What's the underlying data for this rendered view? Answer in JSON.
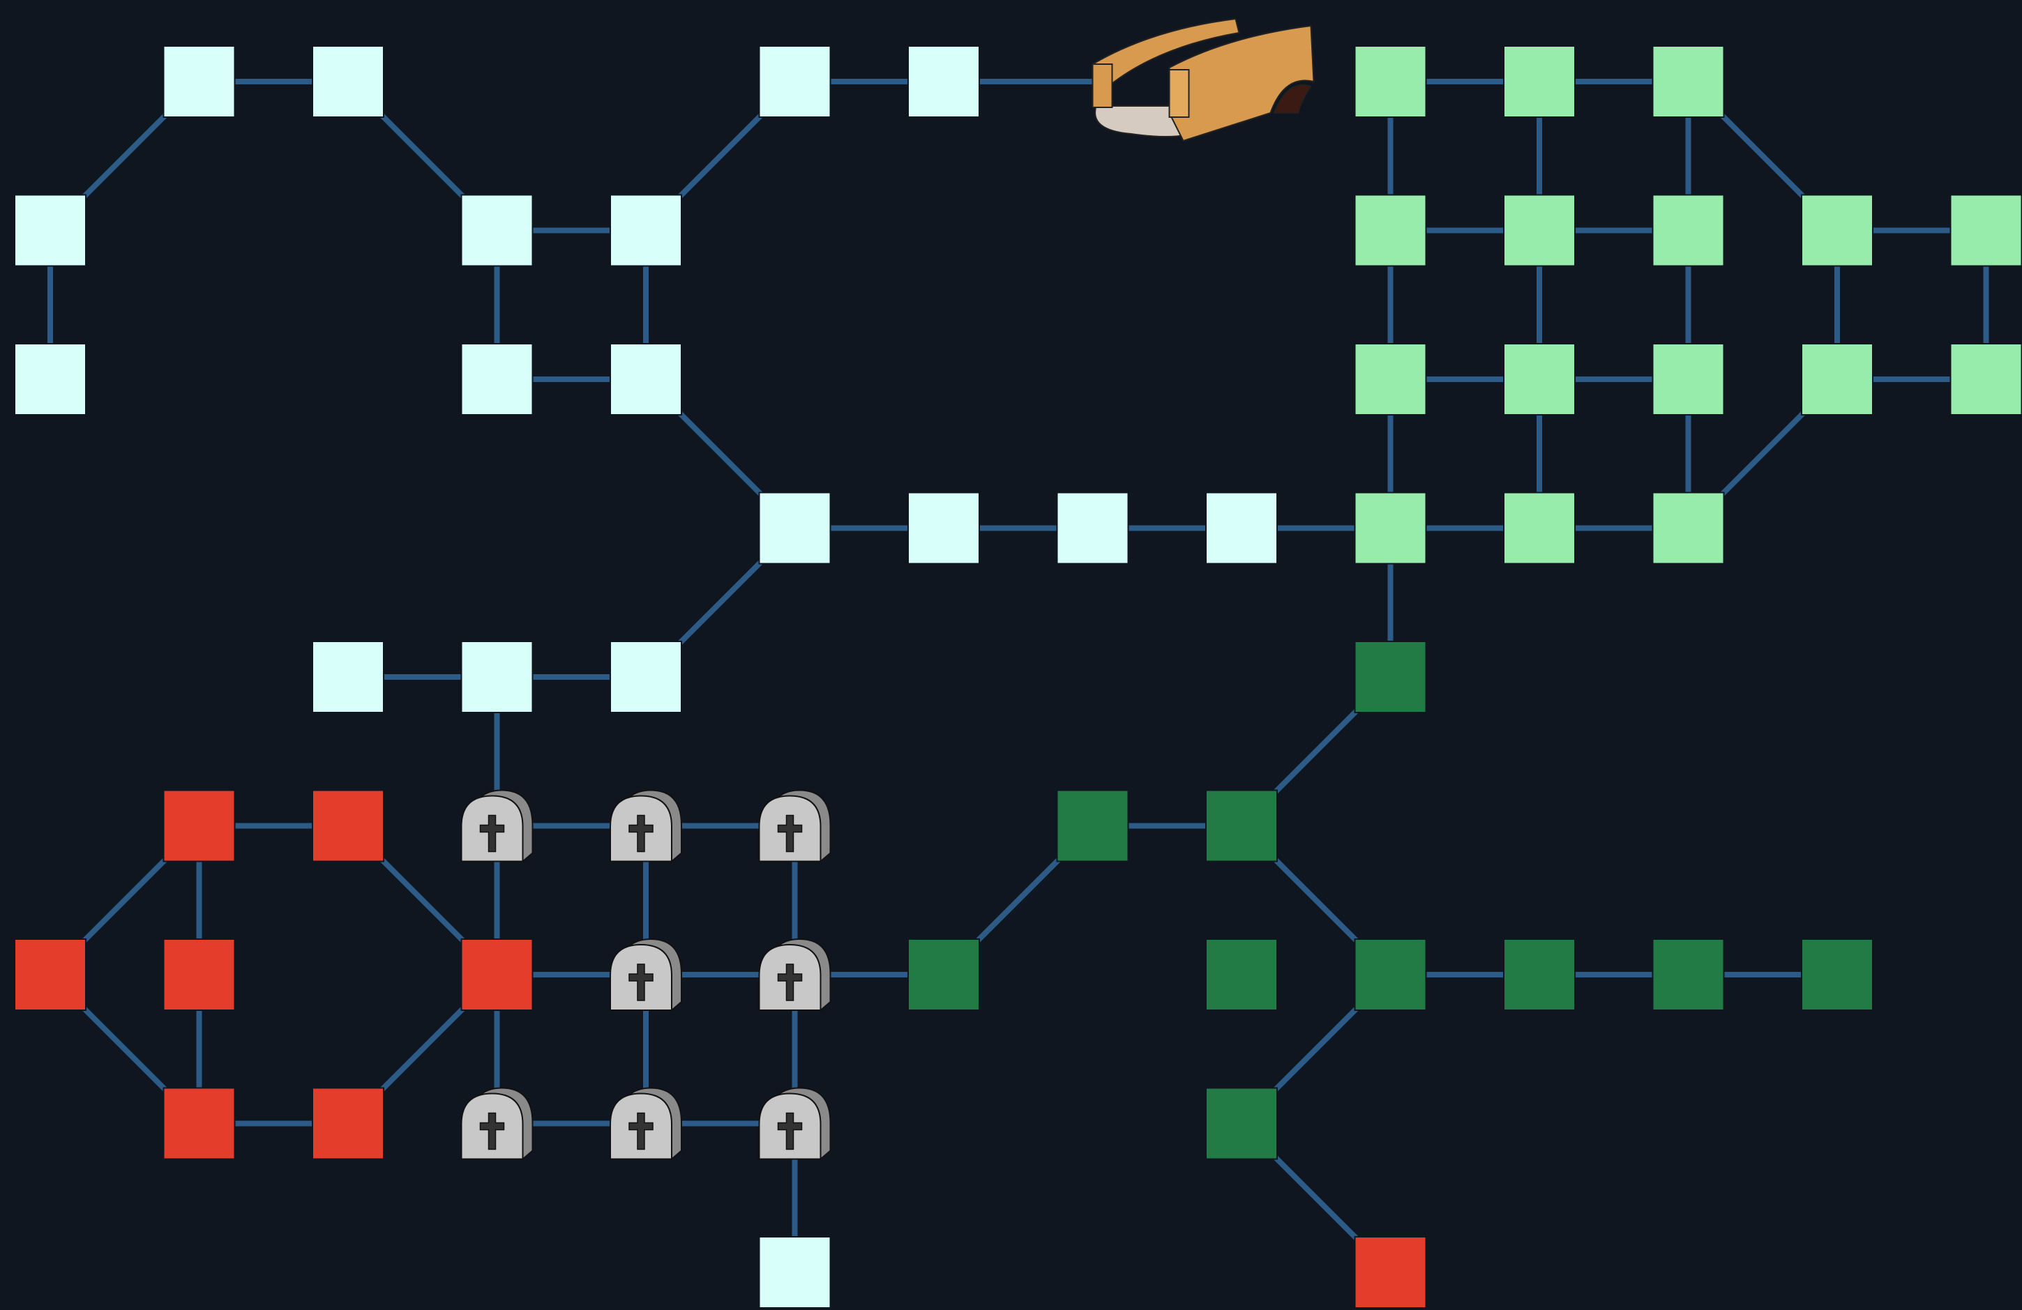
{
  "colors": {
    "background": "#0f1620",
    "edge": "#2d5b87",
    "light": "#d9fffb",
    "green": "#98ecab",
    "dark": "#227b45",
    "red": "#e43d2b",
    "tombstone": "#c8c8c8"
  },
  "nodes": [
    {
      "id": "n1",
      "col": 1,
      "row": 0,
      "kind": "light"
    },
    {
      "id": "n2",
      "col": 2,
      "row": 0,
      "kind": "light"
    },
    {
      "id": "n3",
      "col": 5,
      "row": 0,
      "kind": "light"
    },
    {
      "id": "n4",
      "col": 6,
      "row": 0,
      "kind": "light"
    },
    {
      "id": "n5",
      "col": 7,
      "row": 0,
      "kind": "bridge"
    },
    {
      "id": "n6",
      "col": 9,
      "row": 0,
      "kind": "green"
    },
    {
      "id": "n7",
      "col": 10,
      "row": 0,
      "kind": "green"
    },
    {
      "id": "n8",
      "col": 11,
      "row": 0,
      "kind": "green"
    },
    {
      "id": "n9",
      "col": 0,
      "row": 1,
      "kind": "light"
    },
    {
      "id": "n10",
      "col": 3,
      "row": 1,
      "kind": "light"
    },
    {
      "id": "n11",
      "col": 4,
      "row": 1,
      "kind": "light"
    },
    {
      "id": "n12",
      "col": 9,
      "row": 1,
      "kind": "green"
    },
    {
      "id": "n13",
      "col": 10,
      "row": 1,
      "kind": "green"
    },
    {
      "id": "n14",
      "col": 11,
      "row": 1,
      "kind": "green"
    },
    {
      "id": "n15",
      "col": 12,
      "row": 1,
      "kind": "green"
    },
    {
      "id": "n16",
      "col": 13,
      "row": 1,
      "kind": "green"
    },
    {
      "id": "n17",
      "col": 0,
      "row": 2,
      "kind": "light"
    },
    {
      "id": "n18",
      "col": 3,
      "row": 2,
      "kind": "light"
    },
    {
      "id": "n19",
      "col": 4,
      "row": 2,
      "kind": "light"
    },
    {
      "id": "n20",
      "col": 9,
      "row": 2,
      "kind": "green"
    },
    {
      "id": "n21",
      "col": 10,
      "row": 2,
      "kind": "green"
    },
    {
      "id": "n22",
      "col": 11,
      "row": 2,
      "kind": "green"
    },
    {
      "id": "n23",
      "col": 12,
      "row": 2,
      "kind": "green"
    },
    {
      "id": "n24",
      "col": 13,
      "row": 2,
      "kind": "green"
    },
    {
      "id": "n25",
      "col": 5,
      "row": 3,
      "kind": "light"
    },
    {
      "id": "n26",
      "col": 6,
      "row": 3,
      "kind": "light"
    },
    {
      "id": "n27",
      "col": 7,
      "row": 3,
      "kind": "light"
    },
    {
      "id": "n28",
      "col": 8,
      "row": 3,
      "kind": "light"
    },
    {
      "id": "n29",
      "col": 9,
      "row": 3,
      "kind": "green"
    },
    {
      "id": "n30",
      "col": 10,
      "row": 3,
      "kind": "green"
    },
    {
      "id": "n31",
      "col": 11,
      "row": 3,
      "kind": "green"
    },
    {
      "id": "n32",
      "col": 2,
      "row": 4,
      "kind": "light"
    },
    {
      "id": "n33",
      "col": 3,
      "row": 4,
      "kind": "light"
    },
    {
      "id": "n34",
      "col": 4,
      "row": 4,
      "kind": "light"
    },
    {
      "id": "n35",
      "col": 9,
      "row": 4,
      "kind": "dark"
    },
    {
      "id": "n36",
      "col": 1,
      "row": 5,
      "kind": "red"
    },
    {
      "id": "n37",
      "col": 2,
      "row": 5,
      "kind": "red"
    },
    {
      "id": "n38",
      "col": 3,
      "row": 5,
      "kind": "grave"
    },
    {
      "id": "n39",
      "col": 4,
      "row": 5,
      "kind": "grave"
    },
    {
      "id": "n40",
      "col": 5,
      "row": 5,
      "kind": "grave"
    },
    {
      "id": "n41",
      "col": 7,
      "row": 5,
      "kind": "dark"
    },
    {
      "id": "n42",
      "col": 8,
      "row": 5,
      "kind": "dark"
    },
    {
      "id": "n43",
      "col": 0,
      "row": 6,
      "kind": "red"
    },
    {
      "id": "n44",
      "col": 1,
      "row": 6,
      "kind": "red"
    },
    {
      "id": "n45",
      "col": 3,
      "row": 6,
      "kind": "red"
    },
    {
      "id": "n46",
      "col": 4,
      "row": 6,
      "kind": "grave"
    },
    {
      "id": "n47",
      "col": 5,
      "row": 6,
      "kind": "grave"
    },
    {
      "id": "n48",
      "col": 6,
      "row": 6,
      "kind": "dark"
    },
    {
      "id": "n49",
      "col": 8,
      "row": 6,
      "kind": "dark"
    },
    {
      "id": "n50",
      "col": 9,
      "row": 6,
      "kind": "dark"
    },
    {
      "id": "n51",
      "col": 10,
      "row": 6,
      "kind": "dark"
    },
    {
      "id": "n52",
      "col": 11,
      "row": 6,
      "kind": "dark"
    },
    {
      "id": "n53",
      "col": 12,
      "row": 6,
      "kind": "dark"
    },
    {
      "id": "n54",
      "col": 1,
      "row": 7,
      "kind": "red"
    },
    {
      "id": "n55",
      "col": 2,
      "row": 7,
      "kind": "red"
    },
    {
      "id": "n56",
      "col": 3,
      "row": 7,
      "kind": "grave"
    },
    {
      "id": "n57",
      "col": 4,
      "row": 7,
      "kind": "grave"
    },
    {
      "id": "n58",
      "col": 5,
      "row": 7,
      "kind": "grave"
    },
    {
      "id": "n59",
      "col": 8,
      "row": 7,
      "kind": "dark"
    },
    {
      "id": "n60",
      "col": 5,
      "row": 8,
      "kind": "light"
    },
    {
      "id": "n61",
      "col": 9,
      "row": 8,
      "kind": "red"
    }
  ],
  "edges": [
    [
      "n1",
      "n2"
    ],
    [
      "n3",
      "n4"
    ],
    [
      "n4",
      "n5"
    ],
    [
      "n6",
      "n7"
    ],
    [
      "n7",
      "n8"
    ],
    [
      "n1",
      "n9"
    ],
    [
      "n2",
      "n10"
    ],
    [
      "n3",
      "n11"
    ],
    [
      "n8",
      "n15"
    ],
    [
      "n9",
      "n17"
    ],
    [
      "n10",
      "n11"
    ],
    [
      "n10",
      "n18"
    ],
    [
      "n11",
      "n19"
    ],
    [
      "n18",
      "n19"
    ],
    [
      "n6",
      "n12"
    ],
    [
      "n7",
      "n13"
    ],
    [
      "n8",
      "n14"
    ],
    [
      "n12",
      "n13"
    ],
    [
      "n13",
      "n14"
    ],
    [
      "n15",
      "n16"
    ],
    [
      "n12",
      "n20"
    ],
    [
      "n13",
      "n21"
    ],
    [
      "n14",
      "n22"
    ],
    [
      "n15",
      "n23"
    ],
    [
      "n16",
      "n24"
    ],
    [
      "n20",
      "n21"
    ],
    [
      "n21",
      "n22"
    ],
    [
      "n23",
      "n24"
    ],
    [
      "n20",
      "n29"
    ],
    [
      "n21",
      "n30"
    ],
    [
      "n22",
      "n31"
    ],
    [
      "n23",
      "n31"
    ],
    [
      "n19",
      "n25"
    ],
    [
      "n25",
      "n26"
    ],
    [
      "n26",
      "n27"
    ],
    [
      "n27",
      "n28"
    ],
    [
      "n28",
      "n29"
    ],
    [
      "n29",
      "n30"
    ],
    [
      "n30",
      "n31"
    ],
    [
      "n29",
      "n35"
    ],
    [
      "n25",
      "n34"
    ],
    [
      "n32",
      "n33"
    ],
    [
      "n33",
      "n34"
    ],
    [
      "n33",
      "n38"
    ],
    [
      "n36",
      "n37"
    ],
    [
      "n38",
      "n39"
    ],
    [
      "n39",
      "n40"
    ],
    [
      "n41",
      "n42"
    ],
    [
      "n35",
      "n42"
    ],
    [
      "n36",
      "n43"
    ],
    [
      "n36",
      "n44"
    ],
    [
      "n37",
      "n45"
    ],
    [
      "n38",
      "n45"
    ],
    [
      "n39",
      "n46"
    ],
    [
      "n40",
      "n47"
    ],
    [
      "n41",
      "n48"
    ],
    [
      "n42",
      "n50"
    ],
    [
      "n45",
      "n46"
    ],
    [
      "n46",
      "n47"
    ],
    [
      "n47",
      "n48"
    ],
    [
      "n50",
      "n51"
    ],
    [
      "n51",
      "n52"
    ],
    [
      "n52",
      "n53"
    ],
    [
      "n43",
      "n54"
    ],
    [
      "n44",
      "n54"
    ],
    [
      "n45",
      "n56"
    ],
    [
      "n45",
      "n55"
    ],
    [
      "n46",
      "n57"
    ],
    [
      "n47",
      "n58"
    ],
    [
      "n50",
      "n59"
    ],
    [
      "n54",
      "n55"
    ],
    [
      "n56",
      "n57"
    ],
    [
      "n57",
      "n58"
    ],
    [
      "n58",
      "n60"
    ],
    [
      "n59",
      "n61"
    ]
  ]
}
